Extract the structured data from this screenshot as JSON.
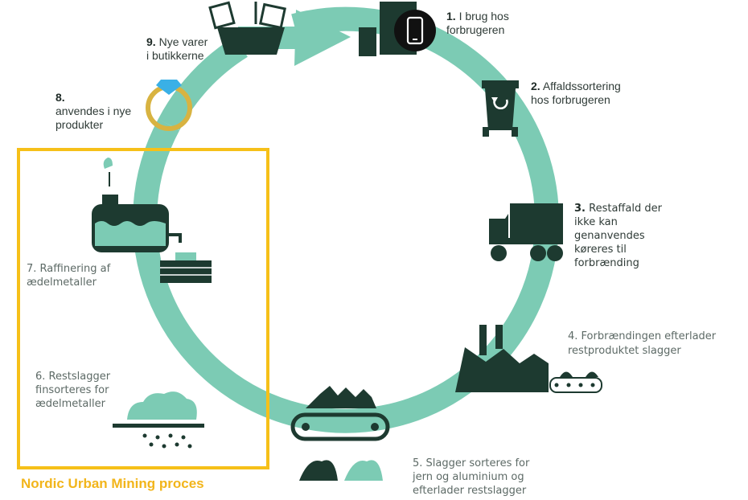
{
  "colors": {
    "ring": "#7ccbb4",
    "icon": "#1d3a30",
    "highlight": "#f6c019",
    "gold": "#d8b341",
    "diamond": "#3ab0e6"
  },
  "steps": [
    {
      "num": "1.",
      "text": "I brug hos\nforbrugeren",
      "icon": "phone-bin-icon"
    },
    {
      "num": "2.",
      "text": "Affaldssortering\nhos forbrugeren",
      "icon": "recycle-bin-icon"
    },
    {
      "num": "3.",
      "text": "Restaffald der\nikke kan\ngenanvendes\nkøreres til\nforbrænding",
      "icon": "truck-icon"
    },
    {
      "num": "4.",
      "text": "Forbrændingen efterlader\nrestproduktet slagger",
      "icon": "factory-icon"
    },
    {
      "num": "5.",
      "text": "Slagger sorteres for\njern og aluminium og\nefterlader restslagger",
      "icon": "conveyor-icon"
    },
    {
      "num": "6.",
      "text": "Restslagger\nfinsorteres for\nædelmetaller",
      "icon": "sorting-cloud-icon"
    },
    {
      "num": "7.",
      "text": "Raffinering af\nædelmetaller",
      "icon": "refinery-tank-icon"
    },
    {
      "num": "8.",
      "text": "anvendes i nye\nprodukter",
      "icon": "diamond-ring-icon"
    },
    {
      "num": "9.",
      "text": "Nye varer\ni butikkerne",
      "icon": "shopping-basket-icon"
    }
  ],
  "highlight_title": "Nordic Urban Mining proces"
}
